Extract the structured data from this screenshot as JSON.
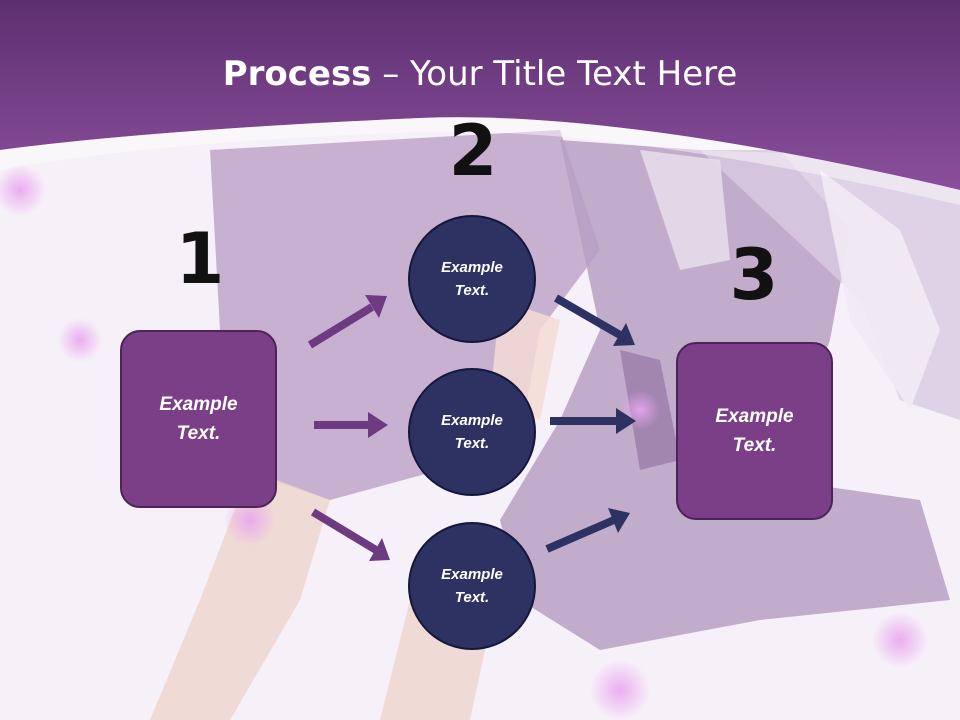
{
  "title": {
    "bold": "Process",
    "rest": " – Your Title Text Here"
  },
  "steps": [
    {
      "number": "1"
    },
    {
      "number": "2"
    },
    {
      "number": "3"
    }
  ],
  "box_left": {
    "text": "Example\nText."
  },
  "box_right": {
    "text": "Example\nText."
  },
  "circles": [
    {
      "text": "Example\nText."
    },
    {
      "text": "Example\nText."
    },
    {
      "text": "Example\nText."
    }
  ],
  "colors": {
    "banner": "#7d4690",
    "box_fill": "#7a3f86",
    "circle_fill": "#2e3263",
    "arrow_left": "#6e3a82",
    "arrow_right": "#2e3263"
  }
}
